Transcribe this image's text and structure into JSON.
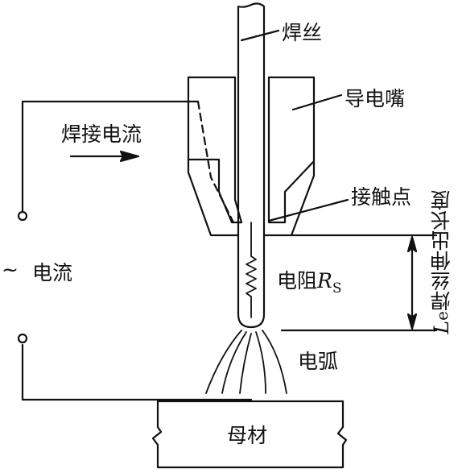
{
  "labels": {
    "wire": "焊丝",
    "contact_tube": "导电嘴",
    "welding_current": "焊接电流",
    "contact_point": "接触点",
    "ac_current_symbol": "~",
    "ac_current": "电流",
    "resistance": "电阻",
    "resistance_symbol": "R",
    "resistance_sub": "S",
    "arc": "电弧",
    "base_metal": "母材",
    "extension_symbol": "L",
    "extension_sub": "e",
    "extension_length": "焊丝伸出长度"
  },
  "colors": {
    "line": "#111111",
    "background": "#ffffff"
  }
}
